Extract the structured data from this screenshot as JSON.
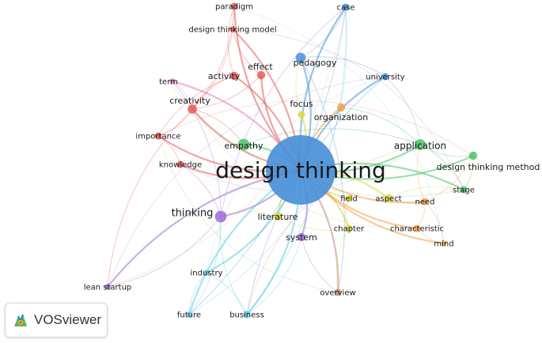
{
  "app": {
    "name": "VOSviewer"
  },
  "colors": {
    "blue": "#4a90d9",
    "red": "#e8595a",
    "green": "#4cc26a",
    "yellow": "#d9d93a",
    "purple": "#9b6fd6",
    "orange": "#f0a050",
    "pink": "#e87ac0",
    "cyan": "#5ccde0",
    "brown": "#b9877a",
    "lightred": "#f2a0a0"
  },
  "network": {
    "nodes": [
      {
        "id": "dt",
        "label": "design thinking",
        "color": "blue",
        "weight": 100
      },
      {
        "id": "paradigm",
        "label": "paradigm",
        "color": "red",
        "weight": 3
      },
      {
        "id": "dtm",
        "label": "design thinking model",
        "color": "red",
        "weight": 2
      },
      {
        "id": "case",
        "label": "case",
        "color": "blue",
        "weight": 3
      },
      {
        "id": "activity",
        "label": "activity",
        "color": "red",
        "weight": 4
      },
      {
        "id": "effect",
        "label": "effect",
        "color": "red",
        "weight": 4
      },
      {
        "id": "pedagogy",
        "label": "pedagogy",
        "color": "blue",
        "weight": 6
      },
      {
        "id": "university",
        "label": "university",
        "color": "blue",
        "weight": 3
      },
      {
        "id": "term",
        "label": "term",
        "color": "pink",
        "weight": 2
      },
      {
        "id": "creativity",
        "label": "creativity",
        "color": "red",
        "weight": 5
      },
      {
        "id": "focus",
        "label": "focus",
        "color": "yellow",
        "weight": 3
      },
      {
        "id": "organization",
        "label": "organization",
        "color": "orange",
        "weight": 4
      },
      {
        "id": "empathy",
        "label": "empathy",
        "color": "green",
        "weight": 8
      },
      {
        "id": "importance",
        "label": "importance",
        "color": "red",
        "weight": 3
      },
      {
        "id": "application",
        "label": "application",
        "color": "green",
        "weight": 7
      },
      {
        "id": "knowledge",
        "label": "knowledge",
        "color": "red",
        "weight": 3
      },
      {
        "id": "dtmethod",
        "label": "design thinking method",
        "color": "green",
        "weight": 4
      },
      {
        "id": "stage",
        "label": "stage",
        "color": "green",
        "weight": 3
      },
      {
        "id": "field",
        "label": "field",
        "color": "yellow",
        "weight": 3
      },
      {
        "id": "aspect",
        "label": "aspect",
        "color": "yellow",
        "weight": 4
      },
      {
        "id": "need",
        "label": "need",
        "color": "orange",
        "weight": 3
      },
      {
        "id": "thinking",
        "label": "thinking",
        "color": "purple",
        "weight": 8
      },
      {
        "id": "literature",
        "label": "literature",
        "color": "yellow",
        "weight": 4
      },
      {
        "id": "chapter",
        "label": "chapter",
        "color": "yellow",
        "weight": 3
      },
      {
        "id": "characteristic",
        "label": "characteristic",
        "color": "orange",
        "weight": 3
      },
      {
        "id": "system",
        "label": "system",
        "color": "purple",
        "weight": 4
      },
      {
        "id": "mind",
        "label": "mind",
        "color": "orange",
        "weight": 2
      },
      {
        "id": "industry",
        "label": "industry",
        "color": "cyan",
        "weight": 2
      },
      {
        "id": "leanstartup",
        "label": "lean startup",
        "color": "purple",
        "weight": 2
      },
      {
        "id": "overview",
        "label": "overview",
        "color": "brown",
        "weight": 3
      },
      {
        "id": "future",
        "label": "future",
        "color": "cyan",
        "weight": 2
      },
      {
        "id": "business",
        "label": "business",
        "color": "cyan",
        "weight": 3
      }
    ],
    "edges": [
      [
        "dt",
        "paradigm"
      ],
      [
        "dt",
        "dtm"
      ],
      [
        "dt",
        "case"
      ],
      [
        "dt",
        "activity"
      ],
      [
        "dt",
        "effect"
      ],
      [
        "dt",
        "pedagogy"
      ],
      [
        "dt",
        "university"
      ],
      [
        "dt",
        "term"
      ],
      [
        "dt",
        "creativity"
      ],
      [
        "dt",
        "focus"
      ],
      [
        "dt",
        "organization"
      ],
      [
        "dt",
        "empathy"
      ],
      [
        "dt",
        "importance"
      ],
      [
        "dt",
        "application"
      ],
      [
        "dt",
        "knowledge"
      ],
      [
        "dt",
        "dtmethod"
      ],
      [
        "dt",
        "stage"
      ],
      [
        "dt",
        "field"
      ],
      [
        "dt",
        "aspect"
      ],
      [
        "dt",
        "need"
      ],
      [
        "dt",
        "thinking"
      ],
      [
        "dt",
        "literature"
      ],
      [
        "dt",
        "chapter"
      ],
      [
        "dt",
        "characteristic"
      ],
      [
        "dt",
        "system"
      ],
      [
        "dt",
        "mind"
      ],
      [
        "dt",
        "industry"
      ],
      [
        "dt",
        "leanstartup"
      ],
      [
        "dt",
        "overview"
      ],
      [
        "dt",
        "future"
      ],
      [
        "dt",
        "business"
      ],
      [
        "paradigm",
        "activity"
      ],
      [
        "paradigm",
        "creativity"
      ],
      [
        "dtm",
        "effect"
      ],
      [
        "dtm",
        "creativity"
      ],
      [
        "activity",
        "creativity"
      ],
      [
        "effect",
        "creativity"
      ],
      [
        "activity",
        "importance"
      ],
      [
        "creativity",
        "importance"
      ],
      [
        "creativity",
        "term"
      ],
      [
        "term",
        "thinking"
      ],
      [
        "pedagogy",
        "case"
      ],
      [
        "pedagogy",
        "university"
      ],
      [
        "pedagogy",
        "focus"
      ],
      [
        "case",
        "business"
      ],
      [
        "case",
        "thinking"
      ],
      [
        "university",
        "application"
      ],
      [
        "application",
        "dtmethod"
      ],
      [
        "application",
        "stage"
      ],
      [
        "application",
        "need"
      ],
      [
        "dtmethod",
        "stage"
      ],
      [
        "aspect",
        "need"
      ],
      [
        "need",
        "characteristic"
      ],
      [
        "characteristic",
        "mind"
      ],
      [
        "need",
        "mind"
      ],
      [
        "field",
        "chapter"
      ],
      [
        "thinking",
        "leanstartup"
      ],
      [
        "thinking",
        "knowledge"
      ],
      [
        "thinking",
        "literature"
      ],
      [
        "thinking",
        "business"
      ],
      [
        "thinking",
        "future"
      ],
      [
        "system",
        "overview"
      ],
      [
        "system",
        "business"
      ],
      [
        "industry",
        "future"
      ],
      [
        "industry",
        "business"
      ],
      [
        "literature",
        "chapter"
      ],
      [
        "overview",
        "chapter"
      ],
      [
        "knowledge",
        "importance"
      ],
      [
        "empathy",
        "application"
      ],
      [
        "empathy",
        "creativity"
      ],
      [
        "organization",
        "application"
      ],
      [
        "overview",
        "pedagogy"
      ],
      [
        "leanstartup",
        "creativity"
      ],
      [
        "future",
        "case"
      ],
      [
        "business",
        "university"
      ],
      [
        "stage",
        "aspect"
      ],
      [
        "dtmethod",
        "need"
      ]
    ]
  }
}
